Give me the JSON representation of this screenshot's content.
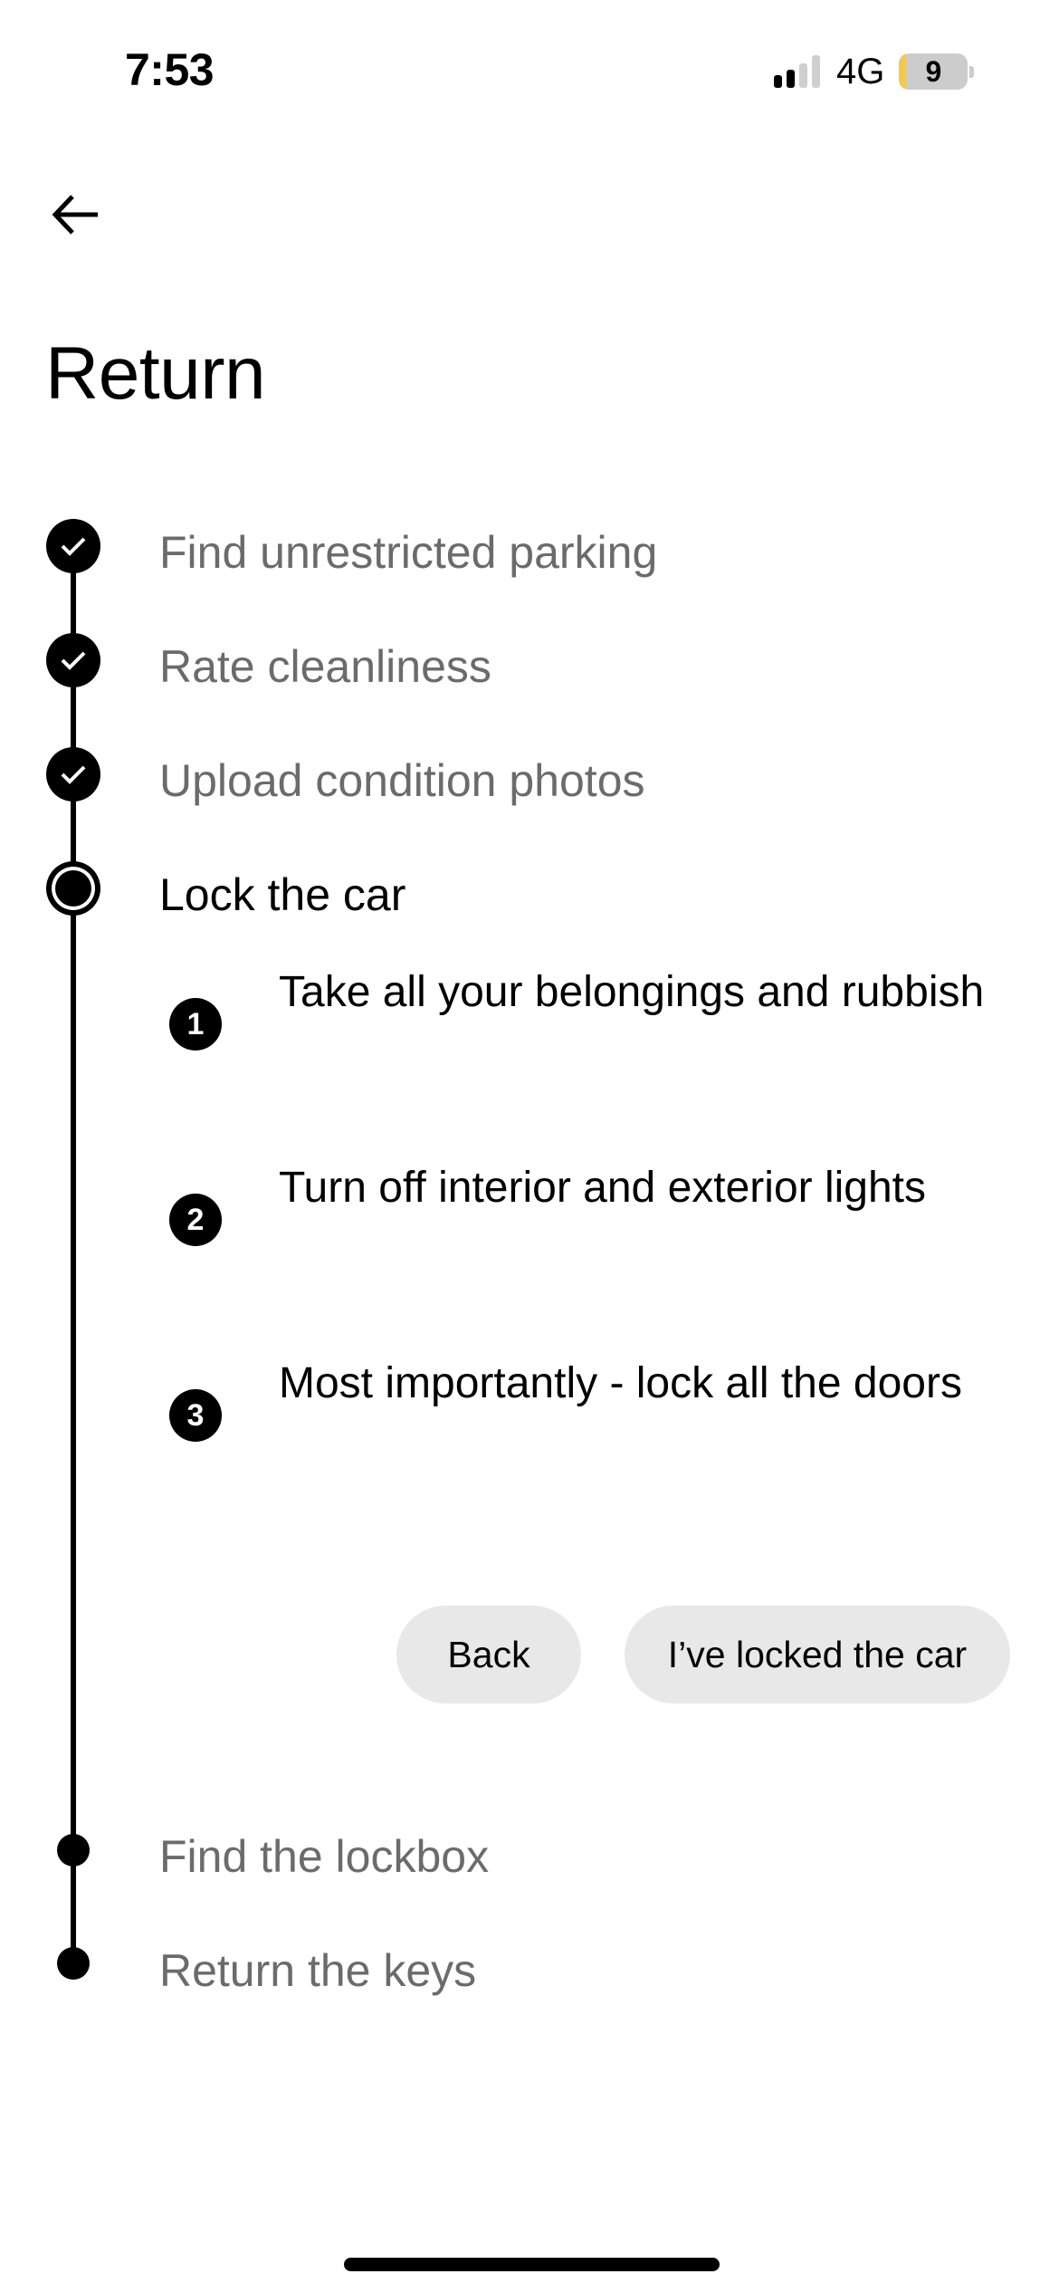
{
  "status_bar": {
    "time": "7:53",
    "signal_bars_total": 4,
    "signal_bars_active": 2,
    "network": "4G",
    "battery_level": "9",
    "battery_color": "#f2c94c"
  },
  "header": {
    "back_icon": "arrow-left-icon",
    "title": "Return"
  },
  "steps": [
    {
      "label": "Find unrestricted parking",
      "state": "completed",
      "icon": "check-icon"
    },
    {
      "label": "Rate cleanliness",
      "state": "completed",
      "icon": "check-icon"
    },
    {
      "label": "Upload condition photos",
      "state": "completed",
      "icon": "check-icon"
    },
    {
      "label": "Lock the car",
      "state": "current",
      "icon": "current-step-icon",
      "substeps": [
        {
          "number": "1",
          "text": "Take all your belongings and rubbish"
        },
        {
          "number": "2",
          "text": "Turn off interior and exterior lights"
        },
        {
          "number": "3",
          "text": "Most importantly - lock all the doors"
        }
      ],
      "actions": {
        "back_label": "Back",
        "confirm_label": "I’ve locked the car"
      }
    },
    {
      "label": "Find the lockbox",
      "state": "pending",
      "icon": "pending-dot-icon"
    },
    {
      "label": "Return the keys",
      "state": "pending",
      "icon": "pending-dot-icon"
    }
  ],
  "colors": {
    "completed_text": "#6b6b6b",
    "active_text": "#000000",
    "button_bg": "#e8e8e8"
  }
}
